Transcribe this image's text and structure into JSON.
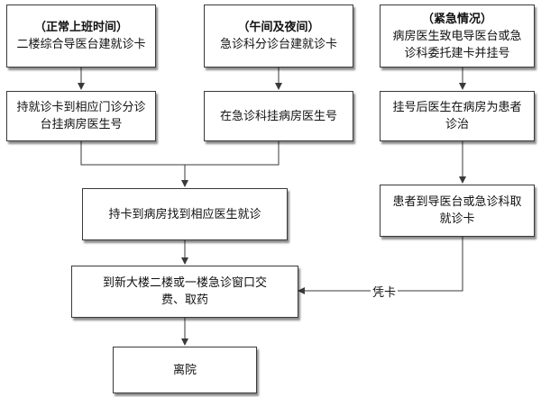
{
  "nodes": {
    "normal_hours": {
      "header": "（正常上班时间）",
      "lines": [
        "二楼综合导医台建就诊卡"
      ]
    },
    "noon_night": {
      "header": "（午间及夜间）",
      "lines": [
        "急诊科分诊台建就诊卡"
      ]
    },
    "emergency": {
      "header": "（紧急情况）",
      "lines": [
        "病房医生致电导医台或急",
        "诊科委托建卡并挂号"
      ]
    },
    "clinic_register": {
      "lines": [
        "持就诊卡到相应门诊分诊",
        "台挂病房医生号"
      ]
    },
    "er_register": {
      "lines": [
        "在急诊科挂病房医生号"
      ]
    },
    "doctor_treat": {
      "lines": [
        "挂号后医生在病房为患者",
        "诊治"
      ]
    },
    "go_ward": {
      "lines": [
        "持卡到病房找到相应医生就诊"
      ]
    },
    "get_card": {
      "lines": [
        "患者到导医台或急诊科取",
        "就诊卡"
      ]
    },
    "pay_medicine": {
      "lines": [
        "到新大楼二楼或一楼急诊窗口交",
        "费、取药"
      ]
    },
    "leave": {
      "lines": [
        "离院"
      ]
    }
  },
  "edge_labels": {
    "with_card": "凭卡"
  },
  "colors": {
    "line": "#3a3a3a"
  }
}
